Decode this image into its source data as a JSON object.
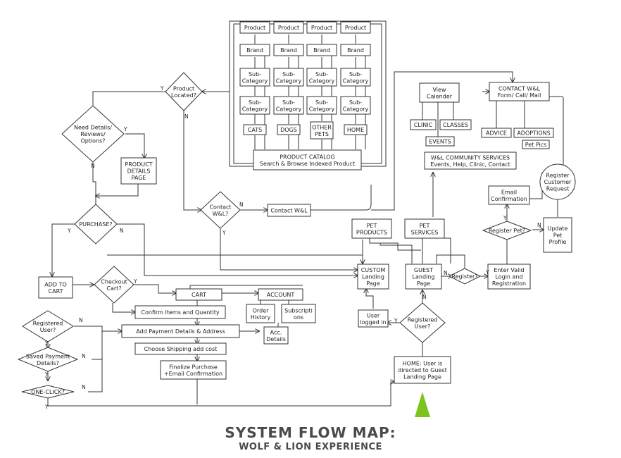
{
  "title": "SYSTEM FLOW MAP:",
  "subtitle": "WOLF & LION EXPERIENCE",
  "colors": {
    "start_marker": "#7dc31d",
    "stroke": "#333333"
  },
  "nodes": {
    "prod1": "Product",
    "prod2": "Product",
    "prod3": "Product",
    "prod4": "Product",
    "brand1": "Brand",
    "brand2": "Brand",
    "brand3": "Brand",
    "brand4": "Brand",
    "suba1": "Sub-\nCategory",
    "suba2": "Sub-\nCategory",
    "suba3": "Sub-\nCategory",
    "suba4": "Sub-\nCategory",
    "subb1": "Sub-\nCategory",
    "subb2": "Sub-\nCategory",
    "subb3": "Sub-\nCategory",
    "subb4": "Sub-\nCategory",
    "cats": "CATS",
    "dogs": "DOGS",
    "otherpets": "OTHER\nPETS",
    "home": "HOME",
    "catalog": "PRODUCT CATALOG\nSearch & Browse Indexed Product",
    "productlocated": "Product\nLocated?",
    "needdetails": "Need Details/\nReviews/\nOptions?",
    "productdetails": "PRODUCT\nDETAILS\nPAGE",
    "purchase": "PURCHASE?",
    "contactwl_q": "Contact\nW&L?",
    "contactwl": "Contact W&L",
    "addtocart": "ADD TO\nCART",
    "checkoutcart": "Checkout\nCart?",
    "cart": "CART",
    "account": "ACCOUNT",
    "orderhistory": "Order\nHistory",
    "subscriptions": "Subscripti\nons",
    "accdetails": "Acc.\nDetails",
    "confirmitems": "Confirm Items and Quantity",
    "registereduser_l": "Registered\nUser?",
    "addpayment": "Add Payment Details & Address",
    "savedpayment": "Saved Payment\nDetails?",
    "shipping": "Choose Shipping add cost",
    "oneclick": "ONE-CLICK?",
    "finalize": "Finalize Purchase\n+Email Confirmation",
    "viewcalendar": "View\nCalender",
    "contactform": "CONTACT W&L\nForm/ Call/ Mail",
    "clinic": "CLINIC",
    "classes": "CLASSES",
    "events": "EVENTS",
    "advice": "ADVICE",
    "adoptions": "ADOPTIONS",
    "petpics": "Pet Pics",
    "community": "W&L COMMUNITY SERVICES\nEvents, Help, Clinic, Contact",
    "registercustomer": "Register\nCustomer\nRequest",
    "emailconfirm": "Email\nConfirmation",
    "registerpet": "Register Pet?",
    "updatepet": "Update\nPet\nProfile",
    "petproducts": "PET\nPRODUCTS",
    "petservices": "PET\nSERVICES",
    "customlanding": "CUSTOM\nLanding\nPage",
    "guestlanding": "GUEST\nLanding\nPage",
    "register_q": "Register?",
    "entervalid": "Enter Valid\nLogin and\nRegistration",
    "userloggedin": "User\nlogged in",
    "registereduser_r": "Registered\nUser?",
    "homeguest": "HOME: User is\ndirected to Guest\nLanding Page"
  },
  "yn": [
    "Y",
    "N",
    "Y",
    "N",
    "Y",
    "N",
    "N",
    "Y",
    "Y",
    "N",
    "Y",
    "N",
    "Y",
    "N",
    "Y",
    "N",
    "Y",
    "N",
    "Y",
    "Y",
    "N"
  ]
}
